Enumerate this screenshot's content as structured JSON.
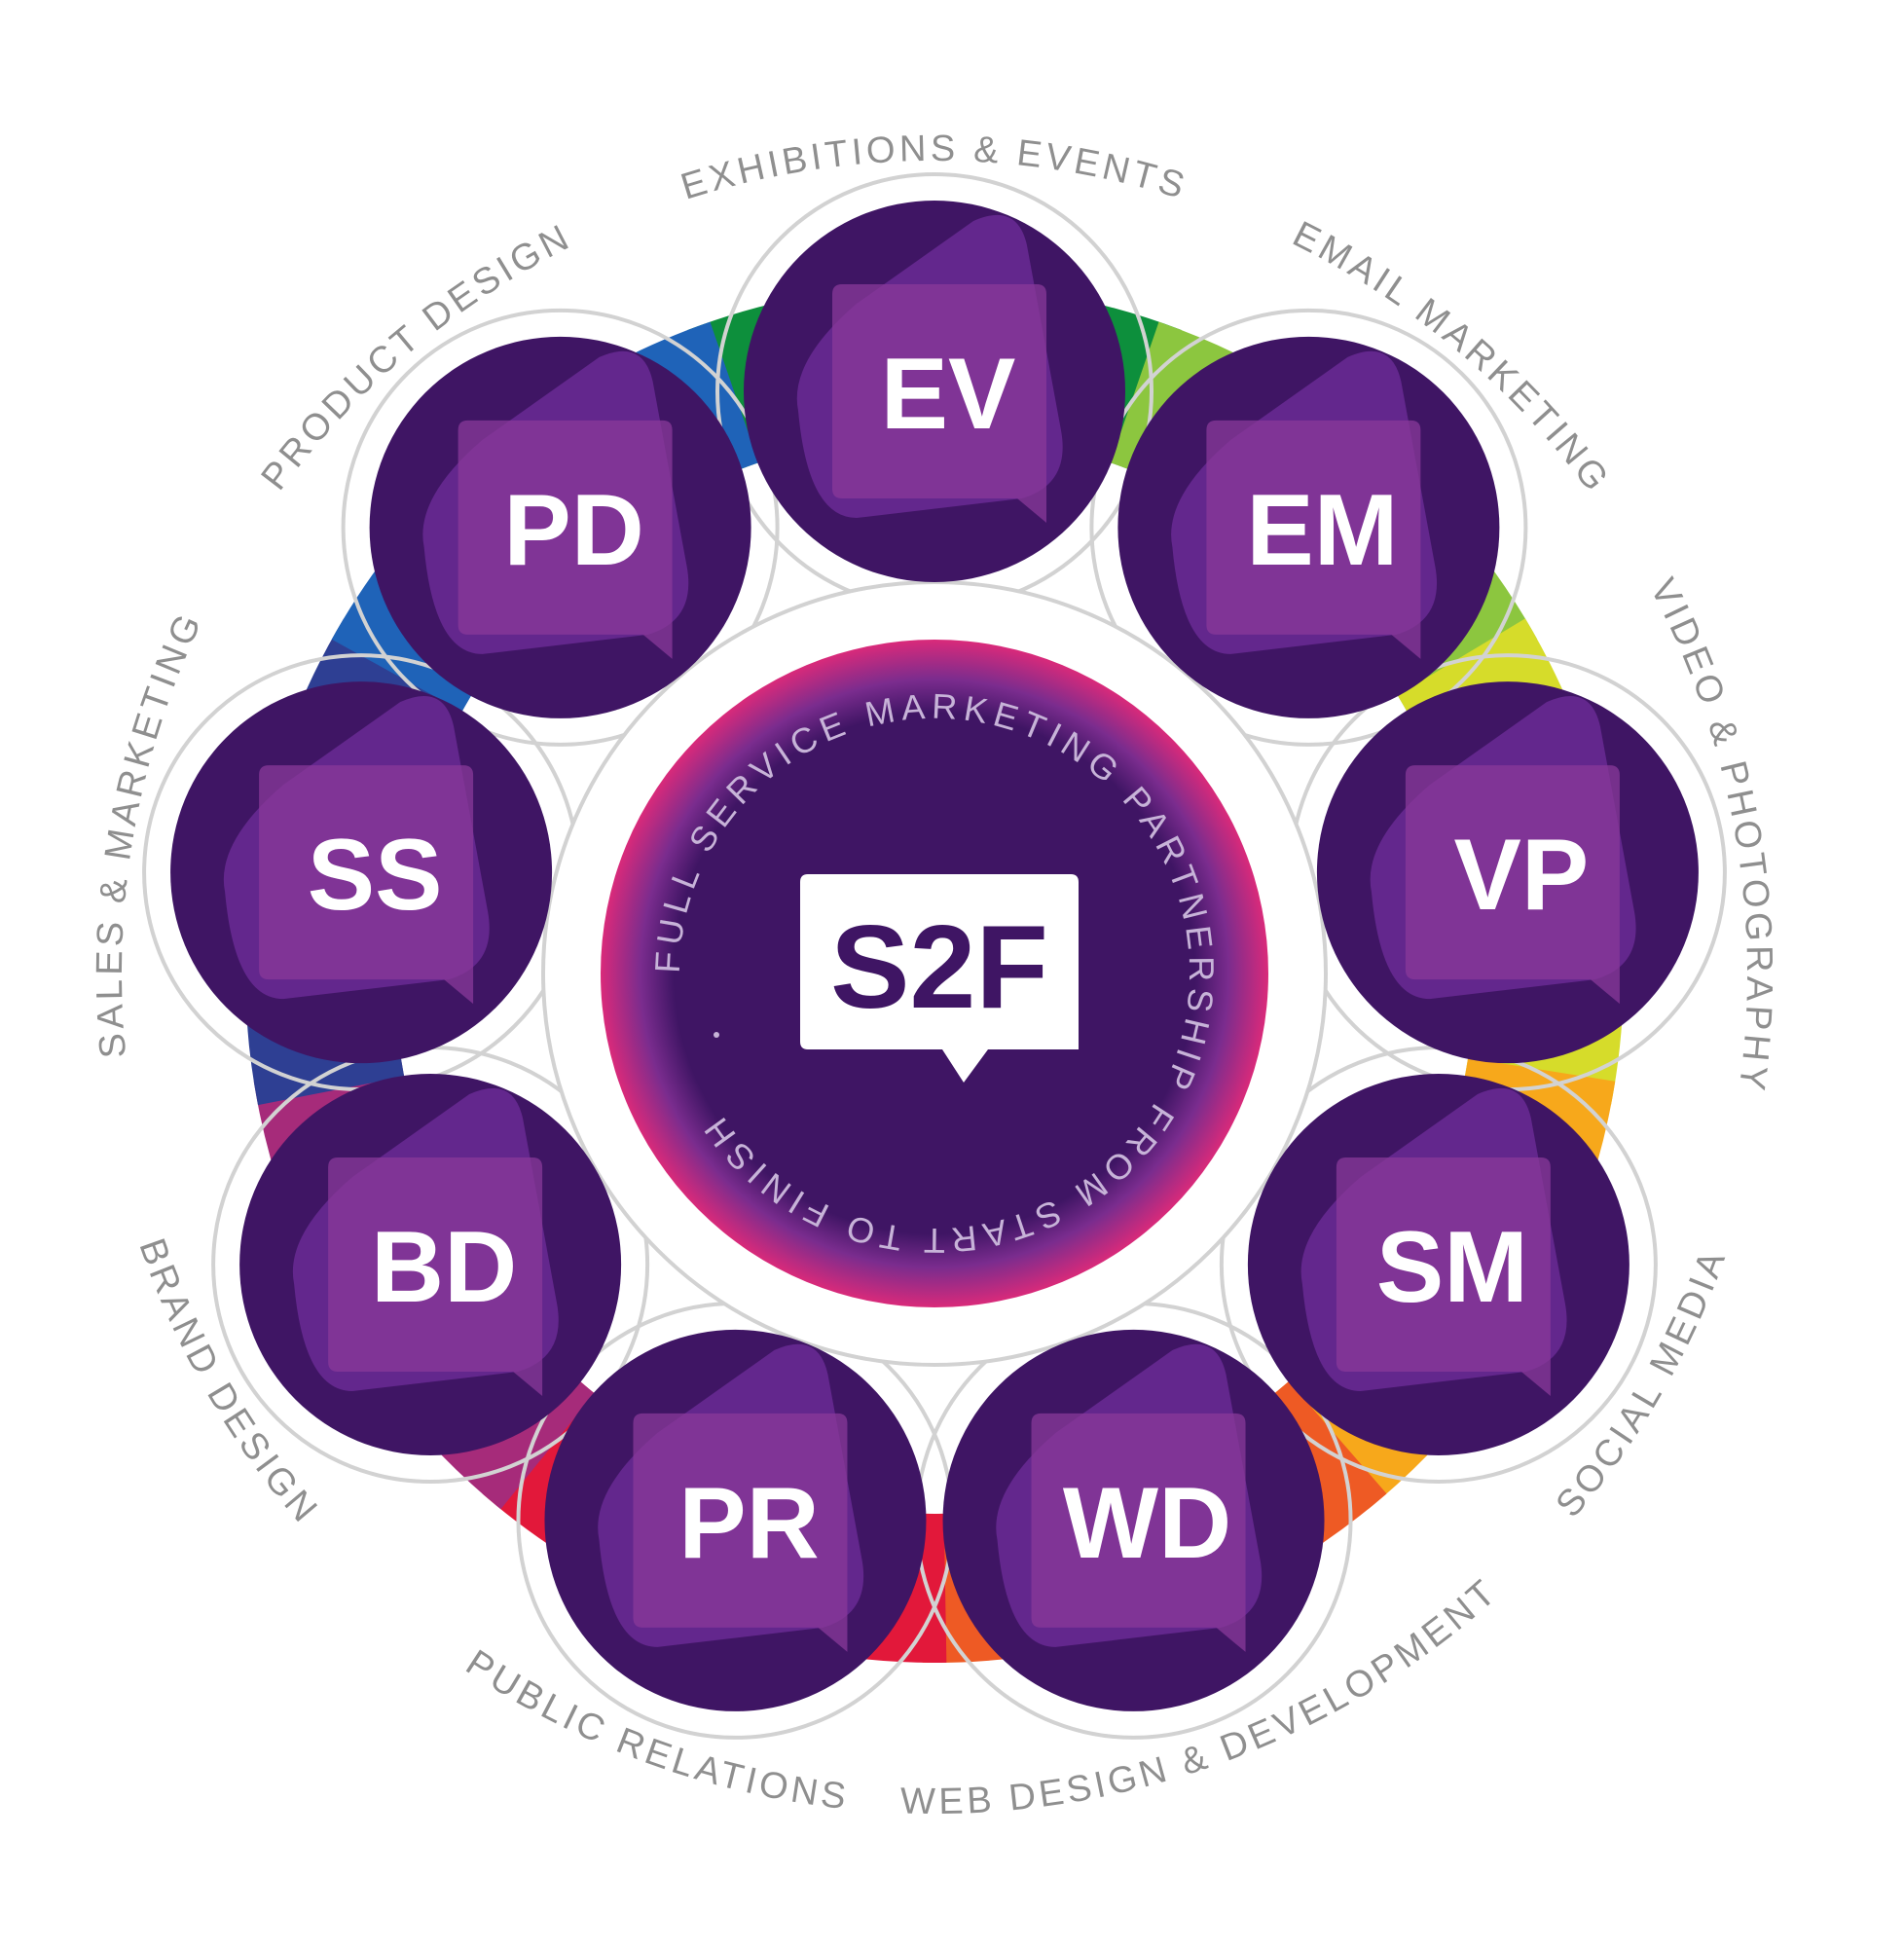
{
  "center": {
    "logo_text": "S2F",
    "tagline": "FULL SERVICE MARKETING PARTNERSHIP FROM START TO FINISH"
  },
  "services": [
    {
      "abbr": "EV",
      "label": "EXHIBITIONS & EVENTS"
    },
    {
      "abbr": "EM",
      "label": "EMAIL MARKETING"
    },
    {
      "abbr": "VP",
      "label": "VIDEO & PHOTOGRAPHY"
    },
    {
      "abbr": "SM",
      "label": "SOCIAL MEDIA"
    },
    {
      "abbr": "WD",
      "label": "WEB DESIGN & DEVELOPMENT"
    },
    {
      "abbr": "PR",
      "label": "PUBLIC RELATIONS"
    },
    {
      "abbr": "BD",
      "label": "BRAND DESIGN"
    },
    {
      "abbr": "SS",
      "label": "SALES & MARKETING"
    },
    {
      "abbr": "PD",
      "label": "PRODUCT DESIGN"
    }
  ],
  "colors": {
    "node_fill": "#3f1564",
    "bubble_fill": "#7b2a8f",
    "outline": "#d2d2d2",
    "label_text": "#8f8f8f",
    "center_glow": "#d92a7a",
    "ring_spectrum": [
      "#0d8f3c",
      "#8cc63f",
      "#d6dc2a",
      "#f7a81b",
      "#ee5a24",
      "#e2183a",
      "#a62b7a",
      "#2e3f93",
      "#1f63b8"
    ]
  }
}
